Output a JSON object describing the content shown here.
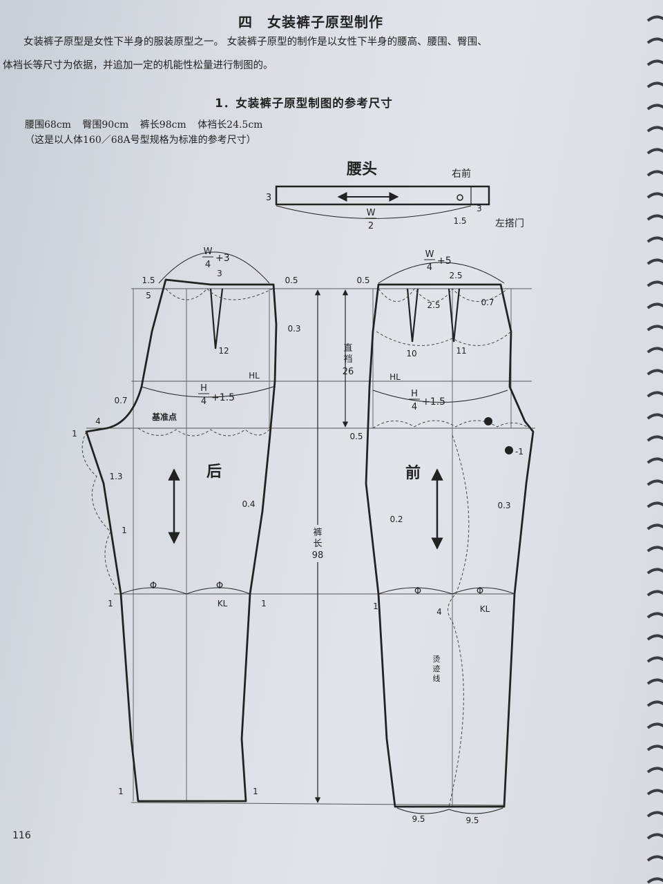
{
  "header": {
    "title": "四　女装裤子原型制作",
    "intro_line1": "女装裤子原型是女性下半身的服装原型之一。 女装裤子原型的制作是以女性下半身的腰高、腰围、臀围、",
    "intro_line2": "体裆长等尺寸为依据，并追加一定的机能性松量进行制图的。"
  },
  "section": {
    "title": "1．女装裤子原型制图的参考尺寸",
    "measurements": [
      "腰围68cm",
      "臀围90cm",
      "裤长98cm",
      "体裆长24.5cm"
    ],
    "note": "（这是以人体160／68A号型规格为标准的参考尺寸）"
  },
  "waistband": {
    "title": "腰头",
    "label_front_right": "右前",
    "label_left_placket": "左搭门",
    "dim_height": "3",
    "dim_ext": "3",
    "dim_button": "1.5",
    "frac_num": "W",
    "frac_den": "2"
  },
  "back_panel": {
    "label": "后",
    "waist_frac_num": "W",
    "waist_frac_den": "4",
    "waist_plus": "+3",
    "hip_frac_num": "H",
    "hip_frac_den": "4",
    "hip_plus": "+1.5",
    "hl": "HL",
    "kl": "KL",
    "base_point": "基准点",
    "phi": "Φ",
    "values": {
      "waist_left_rise": "1.5",
      "waist_left_in": "5",
      "dart_width": "3",
      "waist_right": "0.5",
      "dart_length": "12",
      "side_hip": "0.3",
      "crotch_curve": "0.7",
      "crotch_ext": "4",
      "crotch_point": "1",
      "inseam_1": "1.3",
      "inseam_2": "1",
      "knee_left": "1",
      "knee_right": "1",
      "side_lower": "0.4",
      "hem_left": "1",
      "hem_right": "1"
    }
  },
  "center_dims": {
    "rise_line1": "直",
    "rise_line2": "裆",
    "rise_value": "26",
    "length_line1": "裤",
    "length_line2": "长",
    "length_value": "98"
  },
  "front_panel": {
    "label": "前",
    "waist_frac_num": "W",
    "waist_frac_den": "4",
    "waist_plus": "+5",
    "hip_frac_num": "H",
    "hip_frac_den": "4",
    "hip_plus": "+1.5",
    "hl": "HL",
    "kl": "KL",
    "phi": "Φ",
    "crease_label": "烫迹线",
    "values": {
      "waist_left": "0.5",
      "dart_width_top": "2.5",
      "dart_width_mid": "2.5",
      "waist_right": "0.7",
      "dart1_length": "10",
      "dart2_length": "11",
      "crotch_left": "0.5",
      "crotch_right": "-1",
      "side_left": "0.2",
      "inseam_right": "0.3",
      "knee_left": "1",
      "crease_offset": "4",
      "hem_left": "9.5",
      "hem_right": "9.5"
    }
  },
  "footer": {
    "page_number": "116"
  }
}
